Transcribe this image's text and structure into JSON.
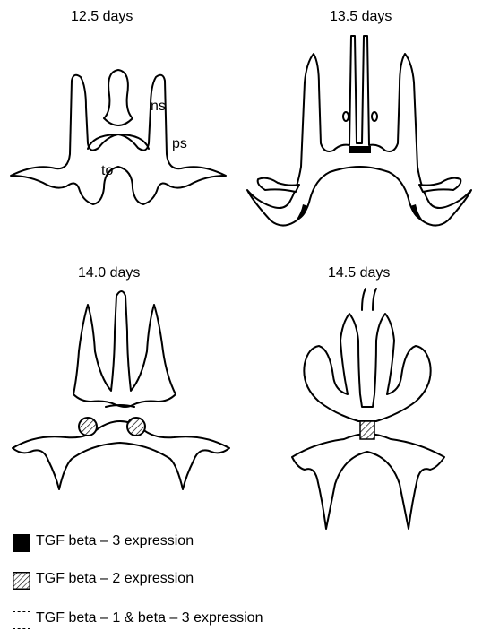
{
  "figure": {
    "panels": [
      {
        "id": "p1",
        "title": "12.5 days",
        "labels": [
          "ns",
          "ps",
          "to"
        ]
      },
      {
        "id": "p2",
        "title": "13.5 days"
      },
      {
        "id": "p3",
        "title": "14.0 days"
      },
      {
        "id": "p4",
        "title": "14.5 days"
      }
    ]
  },
  "legend": {
    "items": [
      {
        "text": "TGF beta – 3 expression",
        "swatch": "solid-black"
      },
      {
        "text": "TGF beta – 2 expression",
        "swatch": "hatched"
      },
      {
        "text": "TGF beta – 1 & beta – 3 expression",
        "swatch": "white"
      }
    ]
  },
  "colors": {
    "ink": "#000000",
    "background": "#ffffff"
  }
}
